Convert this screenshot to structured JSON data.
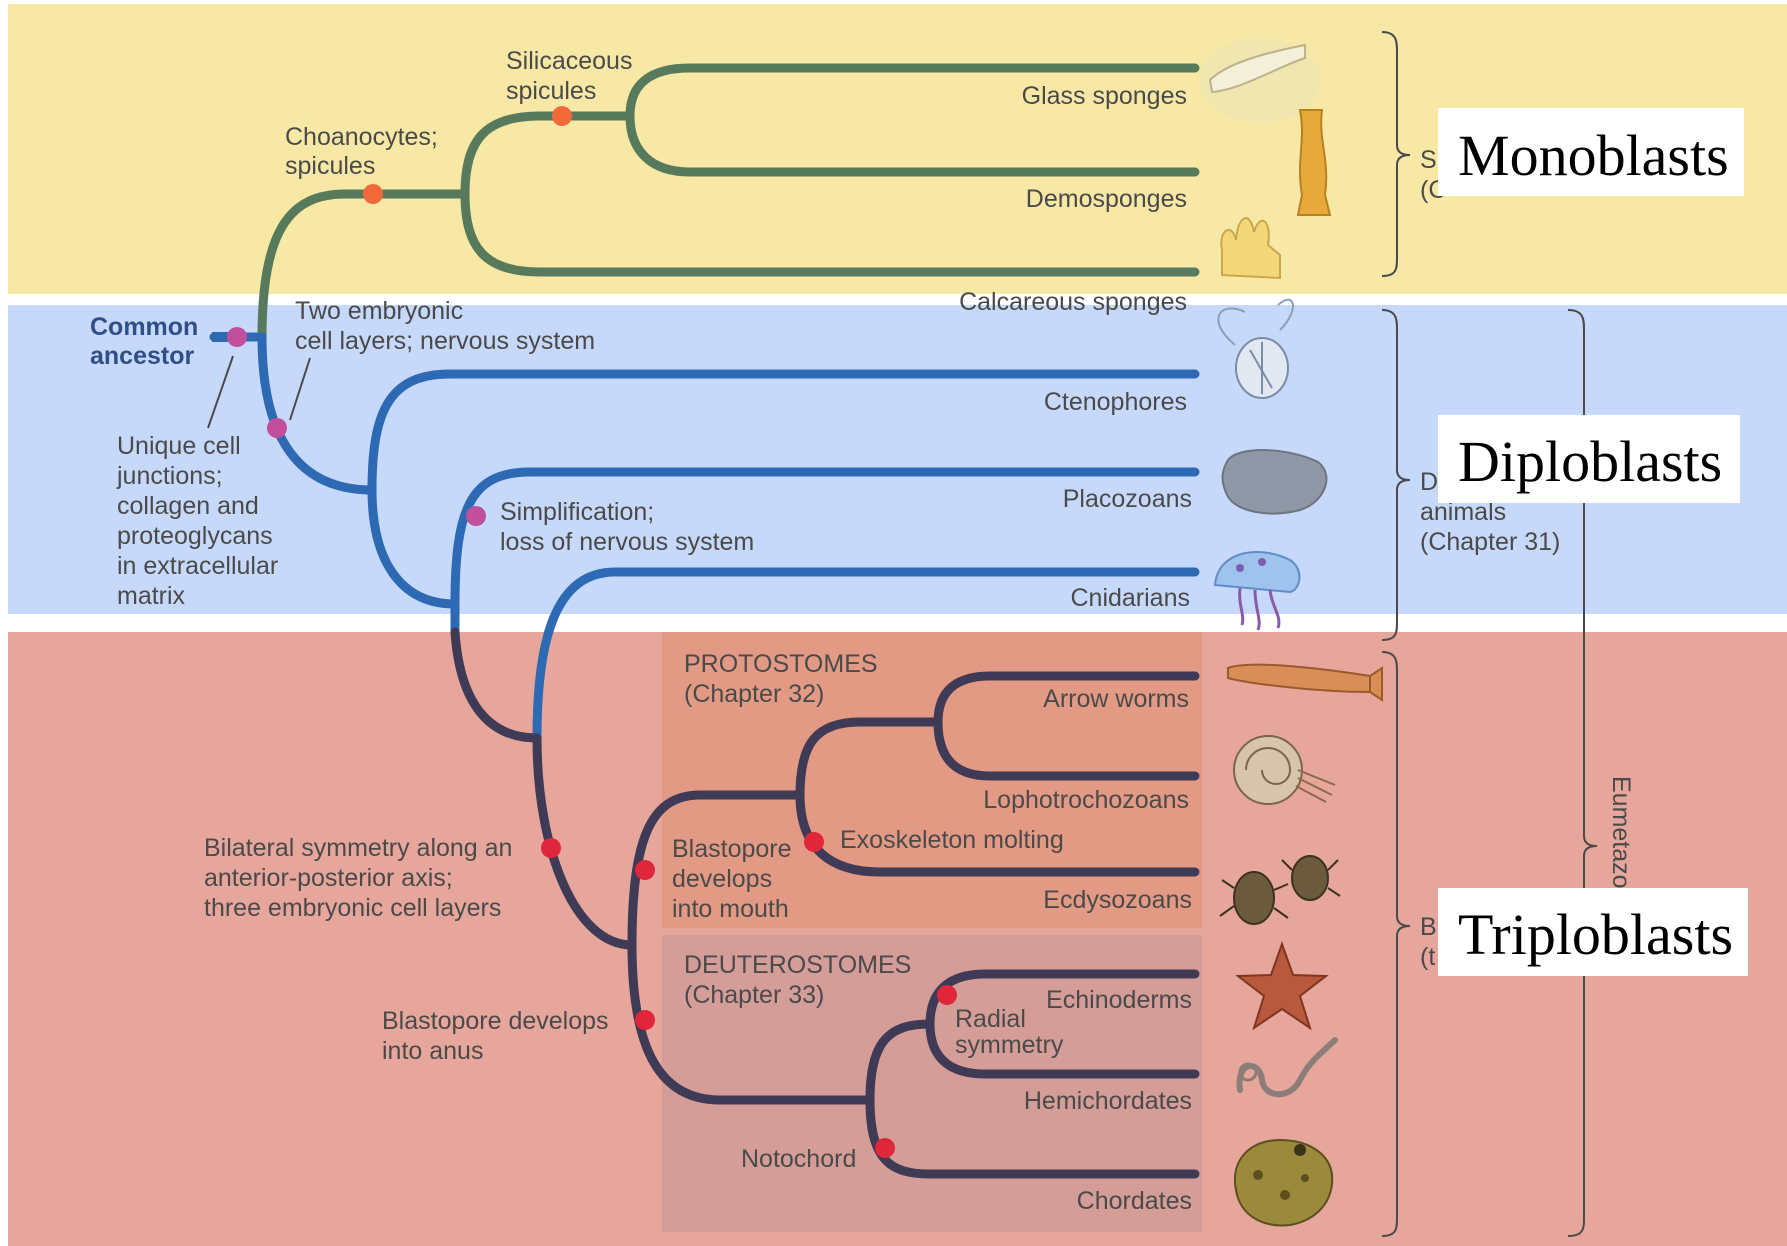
{
  "colors": {
    "sponge_band": "#f7e8a6",
    "diplo_band": "#c6d9fb",
    "triplo_band": "#e6a69b",
    "protostome_box": "#e39a84",
    "deuterostome_box": "#d59d97",
    "sponge_branch": "#57795c",
    "diplo_branch": "#2e6ab3",
    "bilateria_branch": "#3f3a55",
    "orange_dot": "#f26a3a",
    "magenta_dot": "#c14f9b",
    "red_dot": "#e0263a"
  },
  "root": {
    "label_line1": "Common",
    "label_line2": "ancestor"
  },
  "characters": {
    "choanocytes": [
      "Choanocytes;",
      "spicules"
    ],
    "silicaceous": [
      "Silicaceous",
      "spicules"
    ],
    "unique_cells": [
      "Unique cell",
      "junctions;",
      "collagen and",
      "proteoglycans",
      "in extracellular",
      "matrix"
    ],
    "two_layers": [
      "Two embryonic",
      "cell layers; nervous system"
    ],
    "simplification": [
      "Simplification;",
      "loss of nervous system"
    ],
    "bilateral": [
      "Bilateral symmetry along an",
      "anterior-posterior axis;",
      "three embryonic cell layers"
    ],
    "blastopore_mouth": [
      "Blastopore",
      "develops",
      "into mouth"
    ],
    "blastopore_anus": [
      "Blastopore develops",
      "into anus"
    ],
    "exoskeleton": "Exoskeleton molting",
    "radial": [
      "Radial",
      "symmetry"
    ],
    "notochord": "Notochord"
  },
  "groups": {
    "protostomes": [
      "PROTOSTOMES",
      "(Chapter 32)"
    ],
    "deuterostomes": [
      "DEUTEROSTOMES",
      "(Chapter 33)"
    ]
  },
  "taxa": [
    "Glass sponges",
    "Demosponges",
    "Calcareous sponges",
    "Ctenophores",
    "Placozoans",
    "Cnidarians",
    "Arrow worms",
    "Lophotrochozoans",
    "Ecdysozoans",
    "Echinoderms",
    "Hemichordates",
    "Chordates"
  ],
  "bracket_labels": {
    "sponges": [
      "S",
      "(C"
    ],
    "diplo": [
      "D",
      "animals",
      "(Chapter 31)"
    ],
    "bilateria": [
      "B",
      "(t"
    ],
    "eumetazoa": "Eumetazo"
  },
  "overlays": {
    "mono": "Monoblasts",
    "diplo": "Diploblasts",
    "triplo": "Triploblasts"
  },
  "icons": [
    "glass-sponge-icon",
    "demosponge-icon",
    "calcareous-sponge-icon",
    "ctenophore-icon",
    "placozoan-icon",
    "jellyfish-icon",
    "arrow-worm-icon",
    "nautilus-icon",
    "beetle-icon",
    "starfish-icon",
    "acorn-worm-icon",
    "frog-icon"
  ]
}
